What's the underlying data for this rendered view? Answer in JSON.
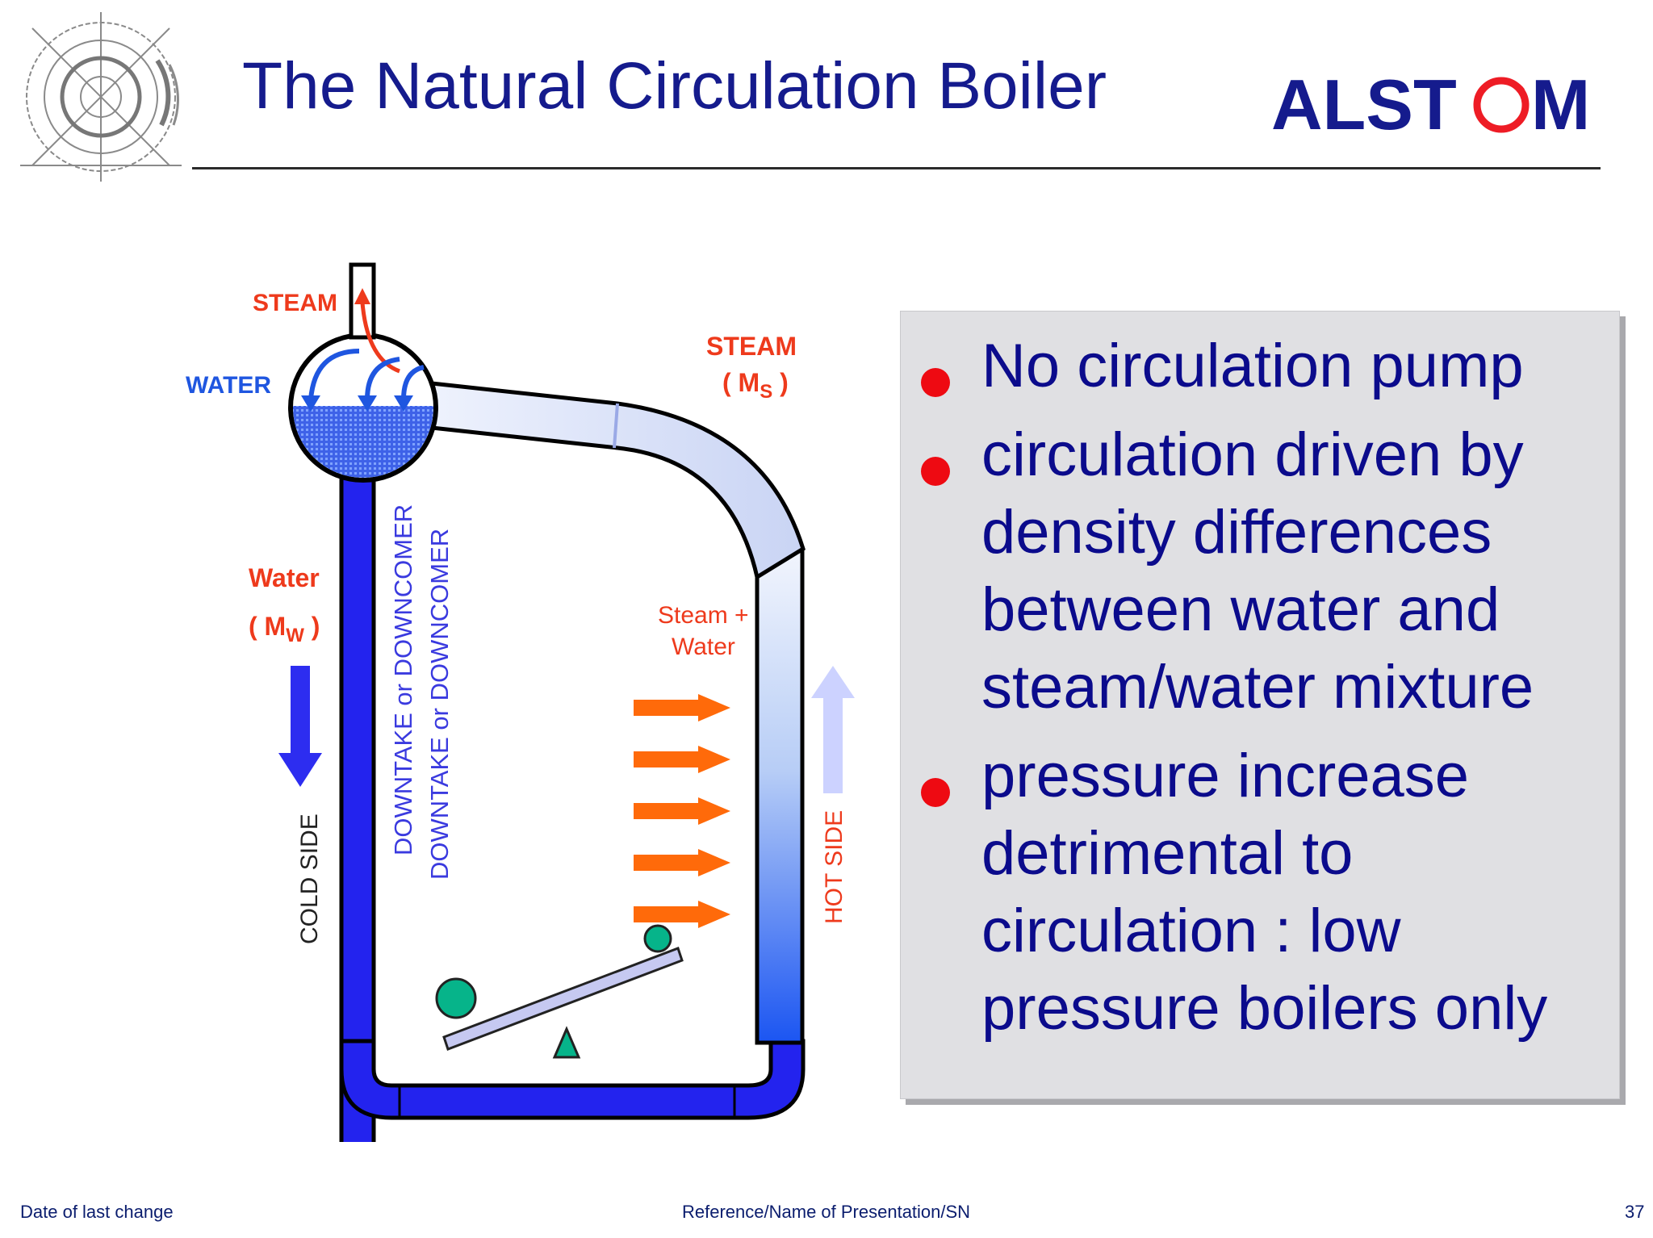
{
  "header": {
    "title": "The Natural Circulation Boiler",
    "brand": "ALSTOM",
    "title_color": "#151b8d",
    "brand_blue": "#151b8d",
    "brand_red": "#ee1c25"
  },
  "diagram": {
    "labels": {
      "steam_top": "STEAM",
      "water_drum": "WATER",
      "steam_right": "STEAM",
      "steam_right_sub": "( M",
      "steam_right_subscript": "S",
      "steam_right_close": " )",
      "water_left": "Water",
      "water_left_sub": "( M",
      "water_left_subscript": "W",
      "water_left_close": " )",
      "cold_side": "COLD SIDE",
      "hot_side": "HOT SIDE",
      "downtake_1": "DOWNTAKE or DOWNCOMER",
      "downtake_2": "DOWNTAKE or DOWNCOMER",
      "steam_water_1": "Steam +",
      "steam_water_2": "Water"
    },
    "colors": {
      "steam_red": "#ee3a1c",
      "water_blue": "#1f56e0",
      "pipe_blue": "#2d2df0",
      "heat_orange": "#ff6a0a",
      "ball_green": "#06b48a"
    },
    "heat_arrows": 5
  },
  "bullets": [
    {
      "text": "No circulation pump"
    },
    {
      "text": "circulation driven by density differences between water and steam/water mixture"
    },
    {
      "text": "pressure increase detrimental to circulation : low pressure boilers only"
    }
  ],
  "footer": {
    "left": "Date of last change",
    "center": "Reference/Name of Presentation/SN",
    "page": "37"
  }
}
